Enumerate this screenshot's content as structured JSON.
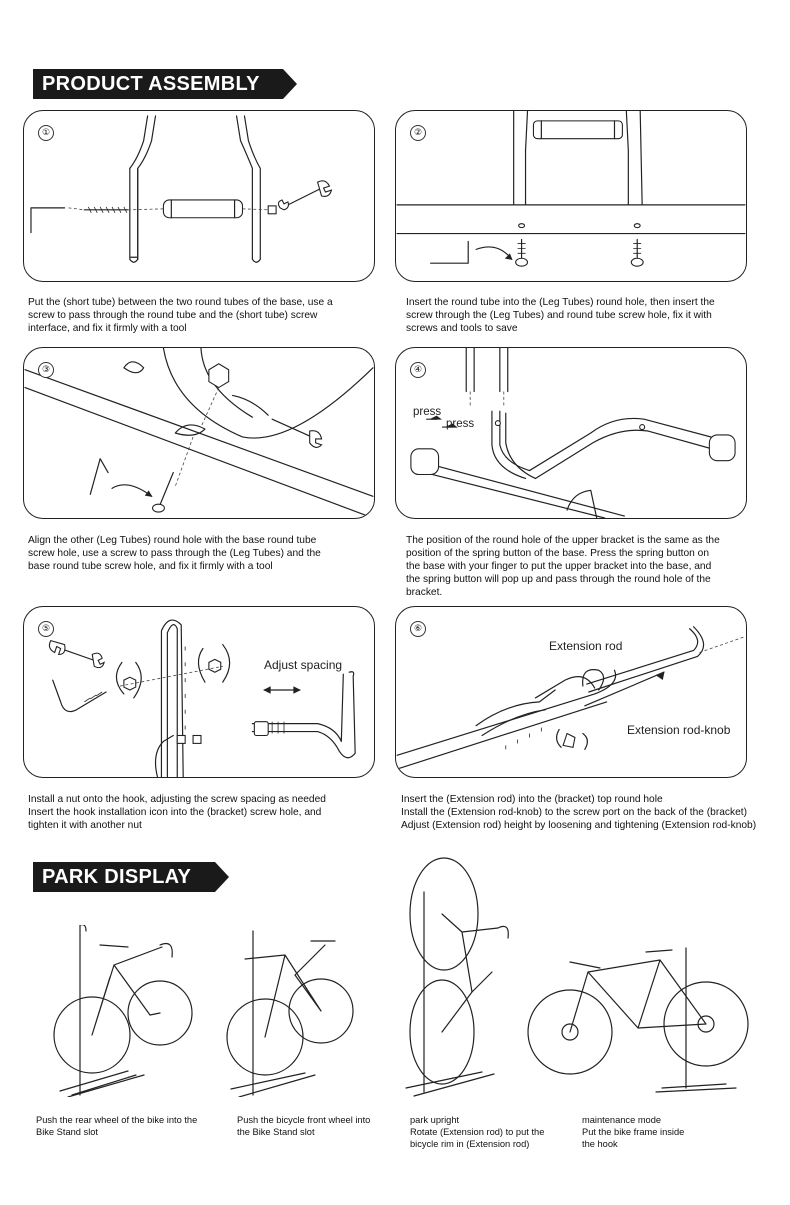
{
  "sections": {
    "assembly_title": "PRODUCT ASSEMBLY",
    "park_title": "PARK DISPLAY"
  },
  "steps": [
    {
      "number": "①",
      "caption": [
        "Put the (short tube) between the two round tubes of the base, use a",
        "screw to pass through the round tube and the (short tube) screw",
        "interface, and fix it firmly with a tool"
      ]
    },
    {
      "number": "②",
      "caption": [
        "Insert the round tube into the (Leg Tubes) round hole, then insert the",
        "screw through the (Leg Tubes) and round tube screw hole, fix it with",
        "screws and tools to save"
      ]
    },
    {
      "number": "③",
      "caption": [
        "Align the other (Leg Tubes) round hole with the base round tube",
        "screw hole, use a screw to pass through the (Leg Tubes) and the",
        "base round tube screw hole, and fix it firmly with a tool"
      ]
    },
    {
      "number": "④",
      "labels": {
        "press_1": "press",
        "press_2": "press"
      },
      "caption": [
        "The position of the round hole of the upper bracket is the same as the",
        "position of the spring button of the base. Press the spring button on",
        "the base with your finger to put the upper bracket into the base, and",
        "the spring button will pop up and pass through the round hole of the",
        "bracket."
      ]
    },
    {
      "number": "⑤",
      "labels": {
        "adjust": "Adjust spacing"
      },
      "caption": [
        "Install a nut onto the hook, adjusting the screw spacing as needed",
        "Insert the hook installation icon into the (bracket) screw hole, and",
        "tighten it with another nut"
      ]
    },
    {
      "number": "⑥",
      "labels": {
        "rod": "Extension rod",
        "knob": "Extension rod-knob"
      },
      "caption": [
        "Insert the (Extension rod) into the (bracket) top round hole",
        "Install the (Extension rod-knob) to the screw port on the back of the (bracket)",
        "Adjust (Extension rod) height by loosening and tightening (Extension rod-knob)"
      ]
    }
  ],
  "park": [
    {
      "caption": [
        "Push the rear wheel of the bike into the",
        "Bike Stand slot"
      ]
    },
    {
      "caption": [
        "Push the bicycle front wheel into",
        "the Bike Stand slot"
      ]
    },
    {
      "caption": [
        "park upright",
        "Rotate (Extension rod) to put the",
        "bicycle rim in (Extension rod)"
      ]
    },
    {
      "caption": [
        "maintenance mode",
        "Put the bike frame inside",
        "the hook"
      ]
    }
  ]
}
